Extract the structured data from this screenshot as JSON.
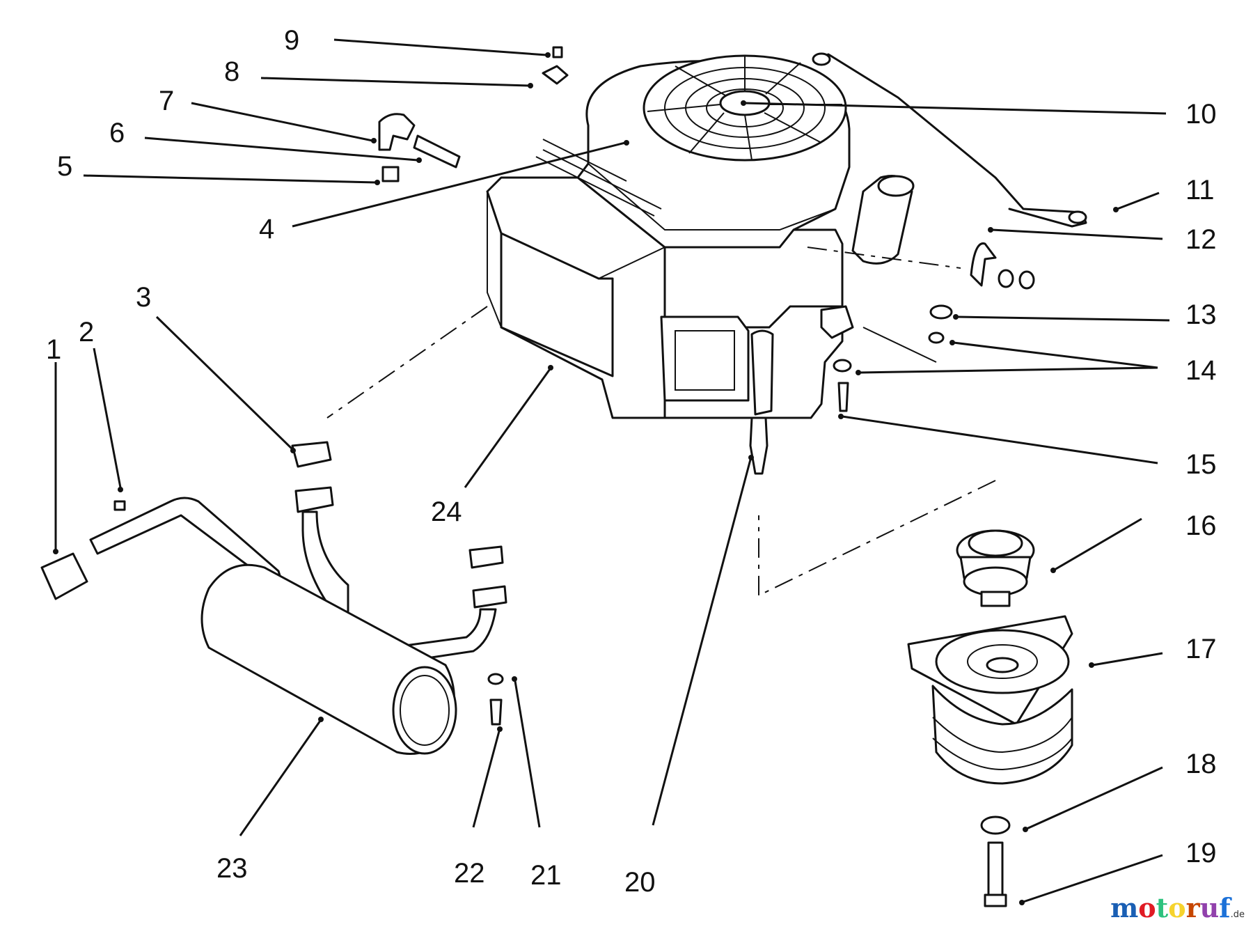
{
  "diagram": {
    "callouts": [
      "1",
      "2",
      "3",
      "4",
      "5",
      "6",
      "7",
      "8",
      "9",
      "10",
      "11",
      "12",
      "13",
      "14",
      "15",
      "16",
      "17",
      "18",
      "19",
      "20",
      "21",
      "22",
      "23",
      "24"
    ]
  },
  "watermark": {
    "letters": [
      "m",
      "o",
      "t",
      "o",
      "r",
      "u",
      "f"
    ],
    "letter_colors": [
      "#1a5fb4",
      "#e01b24",
      "#2ec27e",
      "#f6d32d",
      "#c64600",
      "#9141ac",
      "#1c71d8"
    ],
    "suffix": ".de"
  }
}
